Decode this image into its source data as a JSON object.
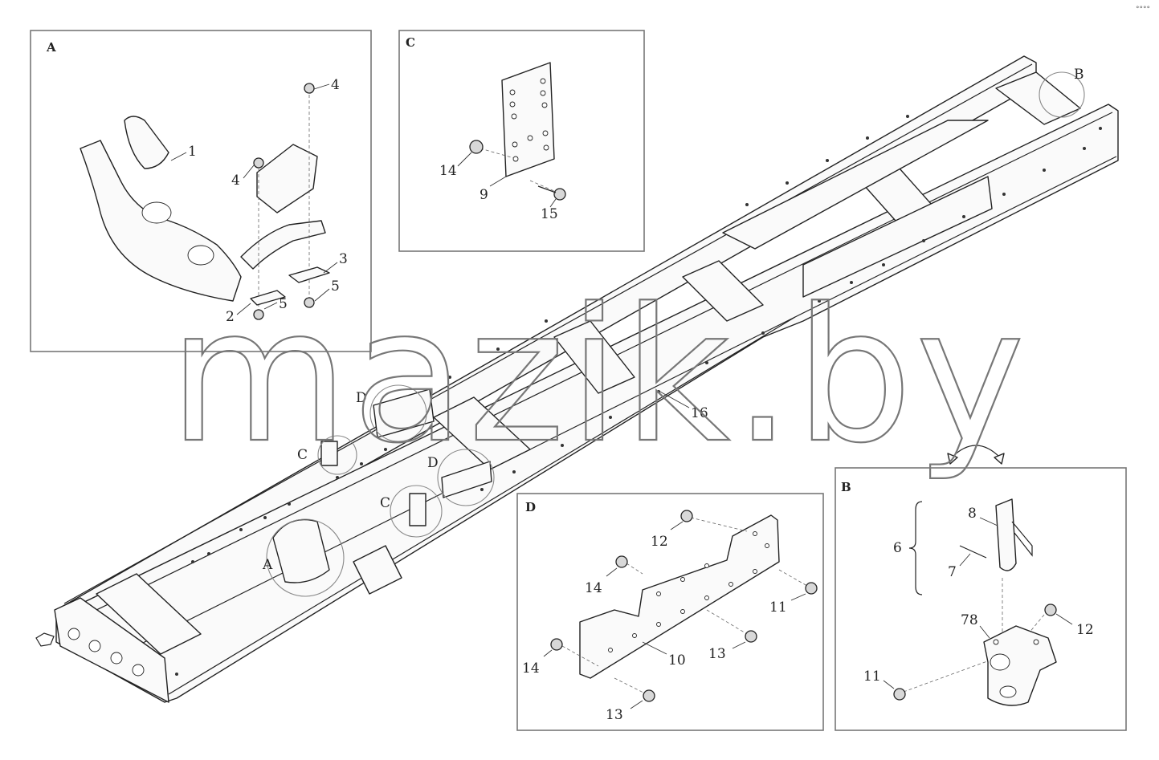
{
  "watermark": "mazik.by",
  "corner_mark": "°°°°",
  "panels": {
    "A": {
      "letter": "A",
      "labels": {
        "l1": "1",
        "l2": "2",
        "l3": "3",
        "l4a": "4",
        "l4b": "4",
        "l5a": "5",
        "l5b": "5"
      }
    },
    "C": {
      "letter": "C",
      "labels": {
        "l14": "14",
        "l9": "9",
        "l15": "15"
      }
    },
    "D": {
      "letter": "D",
      "labels": {
        "l12": "12",
        "l14a": "14",
        "l14b": "14",
        "l11": "11",
        "l13a": "13",
        "l13b": "13",
        "l10": "10"
      }
    },
    "B": {
      "letter": "B",
      "labels": {
        "l6": "6",
        "l7": "7",
        "l8": "8",
        "l78": "78",
        "l12": "12",
        "l11": "11"
      }
    }
  },
  "frame_callouts": {
    "b": "B",
    "a": "A",
    "c1": "C",
    "c2": "C",
    "d1": "D",
    "d2": "D",
    "l16": "16"
  }
}
